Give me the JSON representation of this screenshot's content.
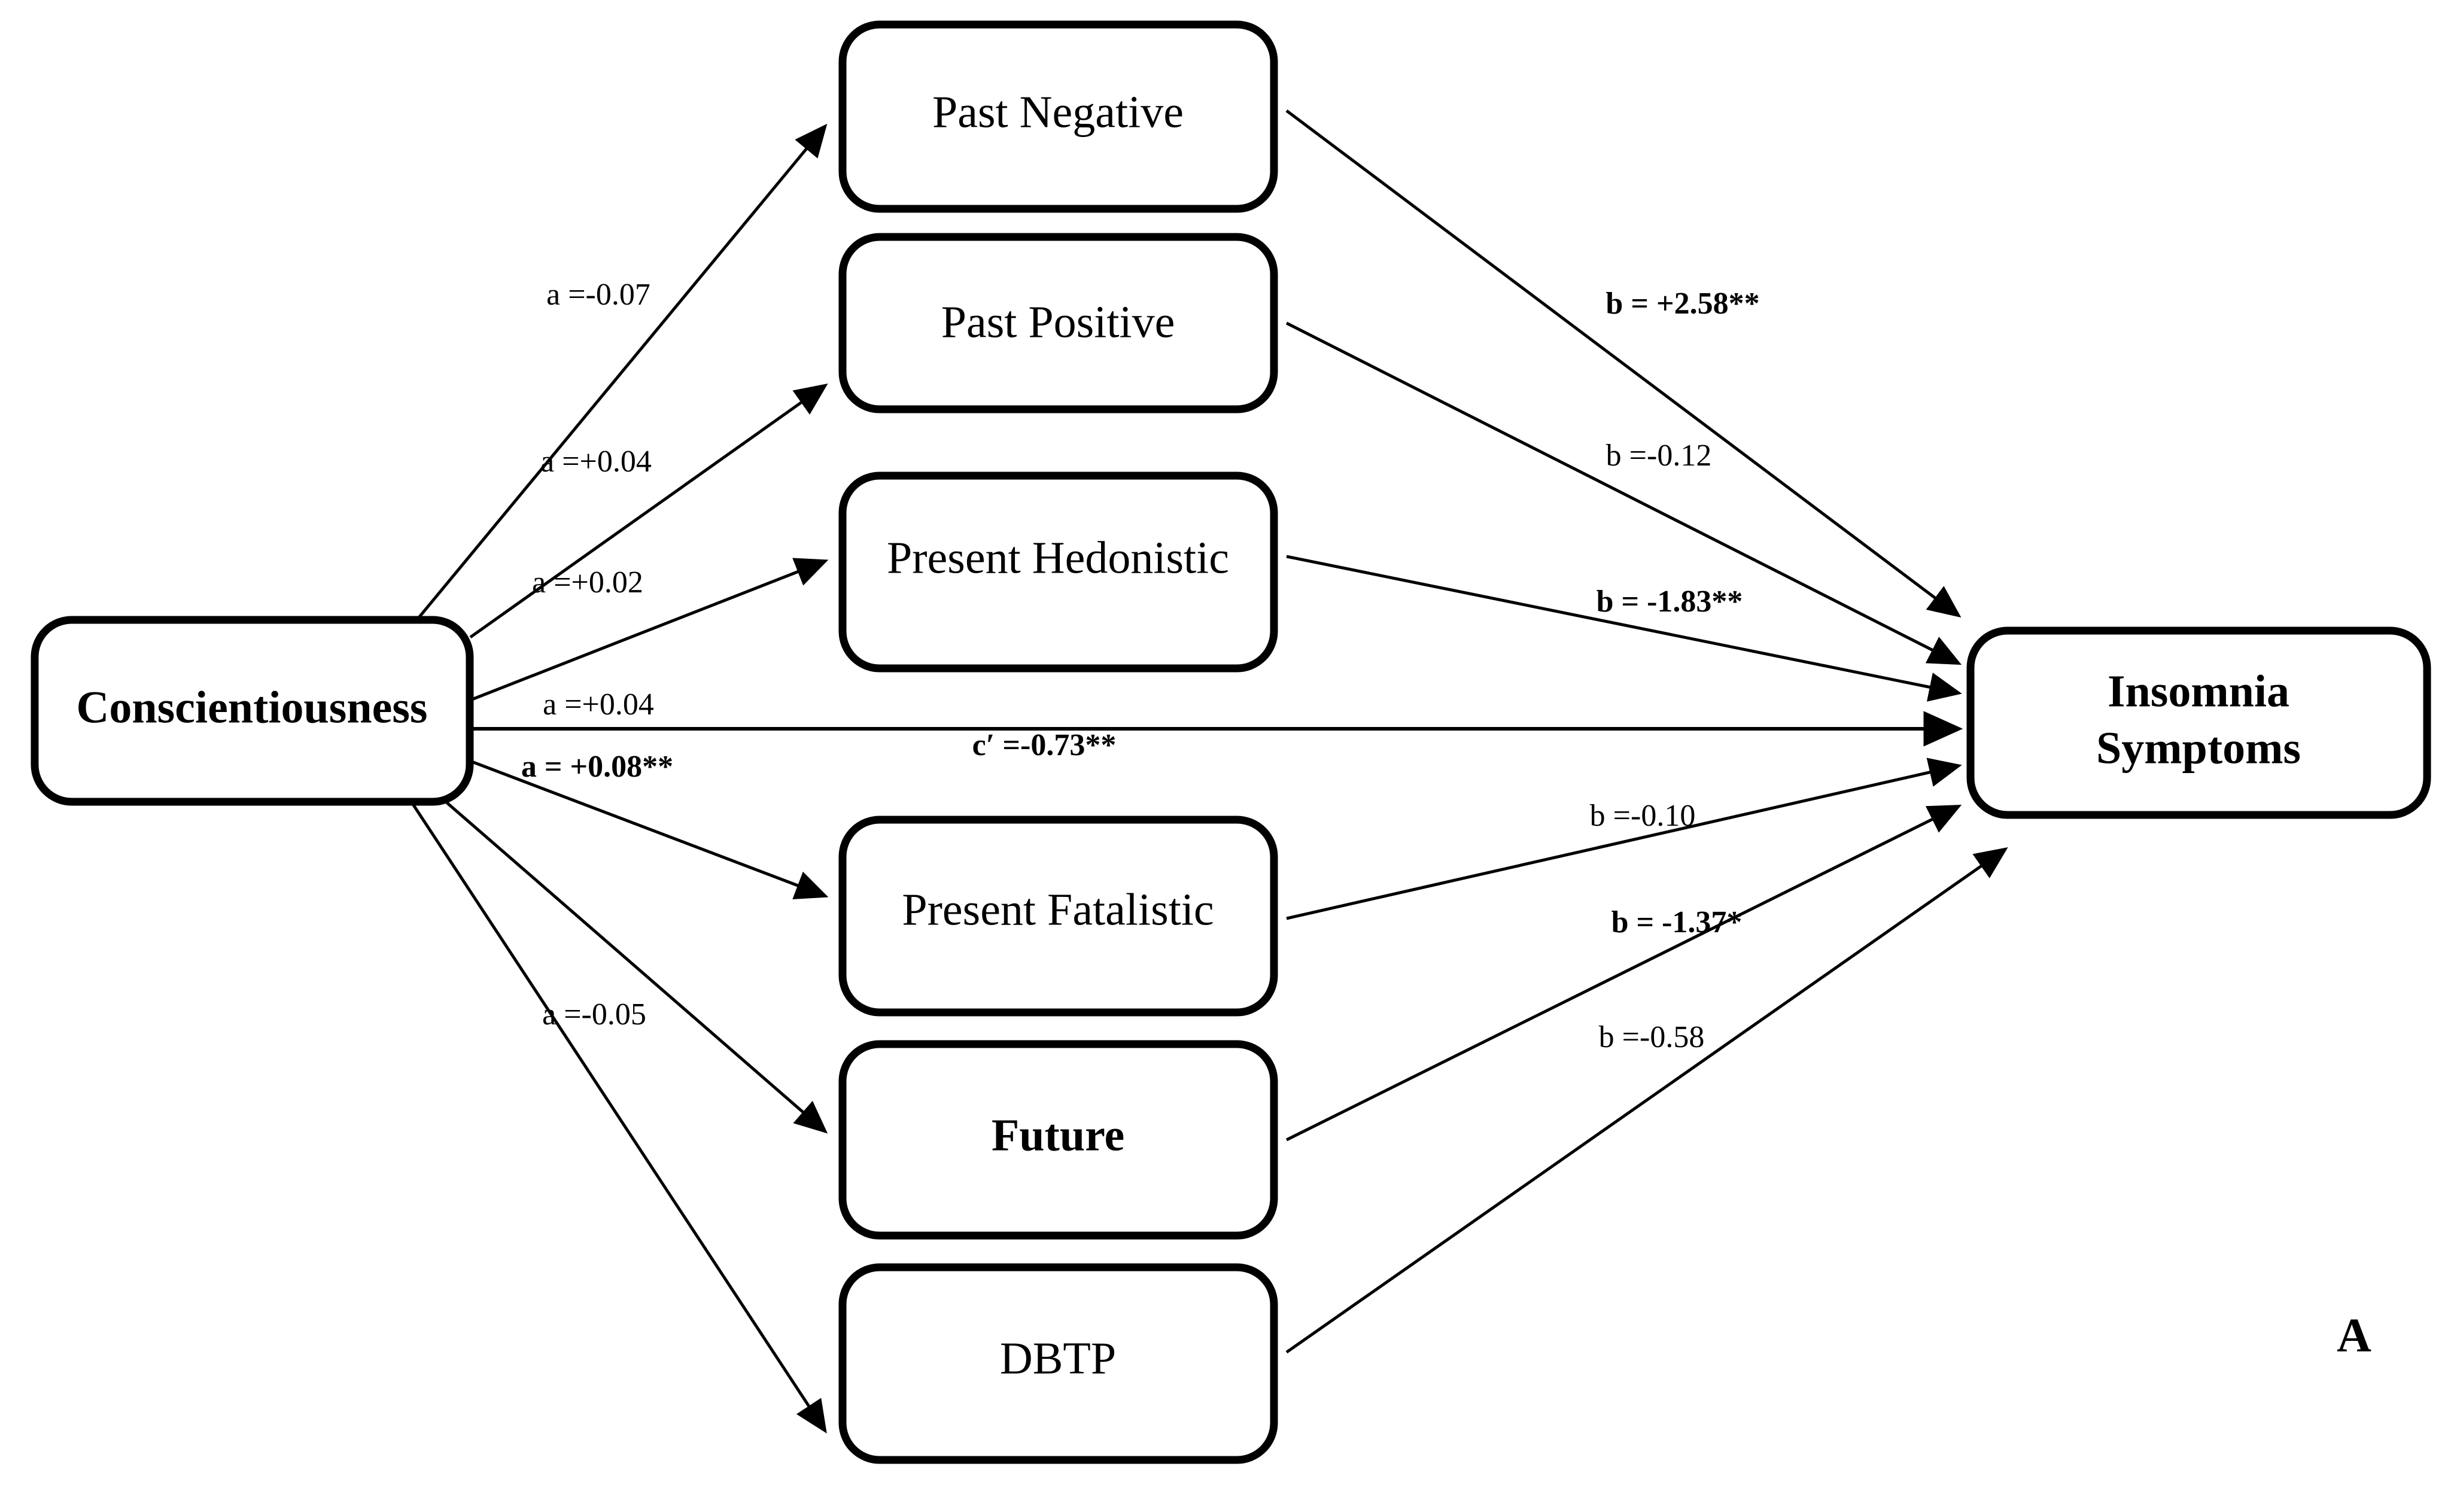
{
  "figure": {
    "panel_letter": "A",
    "type": "mediation-path-diagram"
  },
  "chart_data": {
    "type": "diagram",
    "title": "",
    "predictor": "Conscientiousness",
    "outcome": "Insomnia Symptoms",
    "mediators": [
      "Past Negative",
      "Past Positive",
      "Present Hedonistic",
      "Present Fatalistic",
      "Future",
      "DBTP"
    ],
    "a_paths": [
      {
        "mediator": "Past Negative",
        "label": "a =-0.07",
        "value": -0.07,
        "significant": false
      },
      {
        "mediator": "Past Positive",
        "label": "a =+0.04",
        "value": 0.04,
        "significant": false
      },
      {
        "mediator": "Present Hedonistic",
        "label": "a =+0.02",
        "value": 0.02,
        "significant": false
      },
      {
        "mediator": "Present Fatalistic",
        "label": "a =+0.04",
        "value": 0.04,
        "significant": false
      },
      {
        "mediator": "Future",
        "label": "a = +0.08**",
        "value": 0.08,
        "significant": true
      },
      {
        "mediator": "DBTP",
        "label": "a =-0.05",
        "value": -0.05,
        "significant": false
      }
    ],
    "b_paths": [
      {
        "mediator": "Past Negative",
        "label": "b = +2.58**",
        "value": 2.58,
        "significant": true
      },
      {
        "mediator": "Past Positive",
        "label": "b =-0.12",
        "value": -0.12,
        "significant": false
      },
      {
        "mediator": "Present Hedonistic",
        "label": "b = -1.83**",
        "value": -1.83,
        "significant": true
      },
      {
        "mediator": "Present Fatalistic",
        "label": "b =-0.10",
        "value": -0.1,
        "significant": false
      },
      {
        "mediator": "Future",
        "label": "b = -1.37*",
        "value": -1.37,
        "significant": true
      },
      {
        "mediator": "DBTP",
        "label": "b =-0.58",
        "value": -0.58,
        "significant": false
      }
    ],
    "direct_path": {
      "label": "c′ =-0.73**",
      "value": -0.73,
      "significant": true,
      "from": "Conscientiousness",
      "to": "Insomnia Symptoms"
    }
  },
  "nodes": {
    "predictor": {
      "label": "Conscientiousness",
      "emphasis": "bold"
    },
    "outcome": {
      "line1": "Insomnia",
      "line2": "Symptoms",
      "emphasis": "bold"
    },
    "mediators": [
      {
        "label": "Past Negative",
        "emphasis": "regular"
      },
      {
        "label": "Past Positive",
        "emphasis": "regular"
      },
      {
        "label": "Present Hedonistic",
        "emphasis": "regular"
      },
      {
        "label": "Present Fatalistic",
        "emphasis": "regular"
      },
      {
        "label": "Future",
        "emphasis": "bold"
      },
      {
        "label": "DBTP",
        "emphasis": "regular"
      }
    ]
  },
  "edge_labels": {
    "a0": "a =-0.07",
    "a1": "a =+0.04",
    "a2": "a =+0.02",
    "a3": "a =+0.04",
    "a4": "a = +0.08**",
    "a5": "a =-0.05",
    "b0": "b = +2.58**",
    "b1": "b =-0.12",
    "b2": "b = -1.83**",
    "b3": "b =-0.10",
    "b4": "b = -1.37*",
    "b5": "b =-0.58",
    "direct": "c′ =-0.73**"
  },
  "colors": {
    "stroke": "#000000",
    "fill": "#ffffff",
    "text": "#000000"
  }
}
